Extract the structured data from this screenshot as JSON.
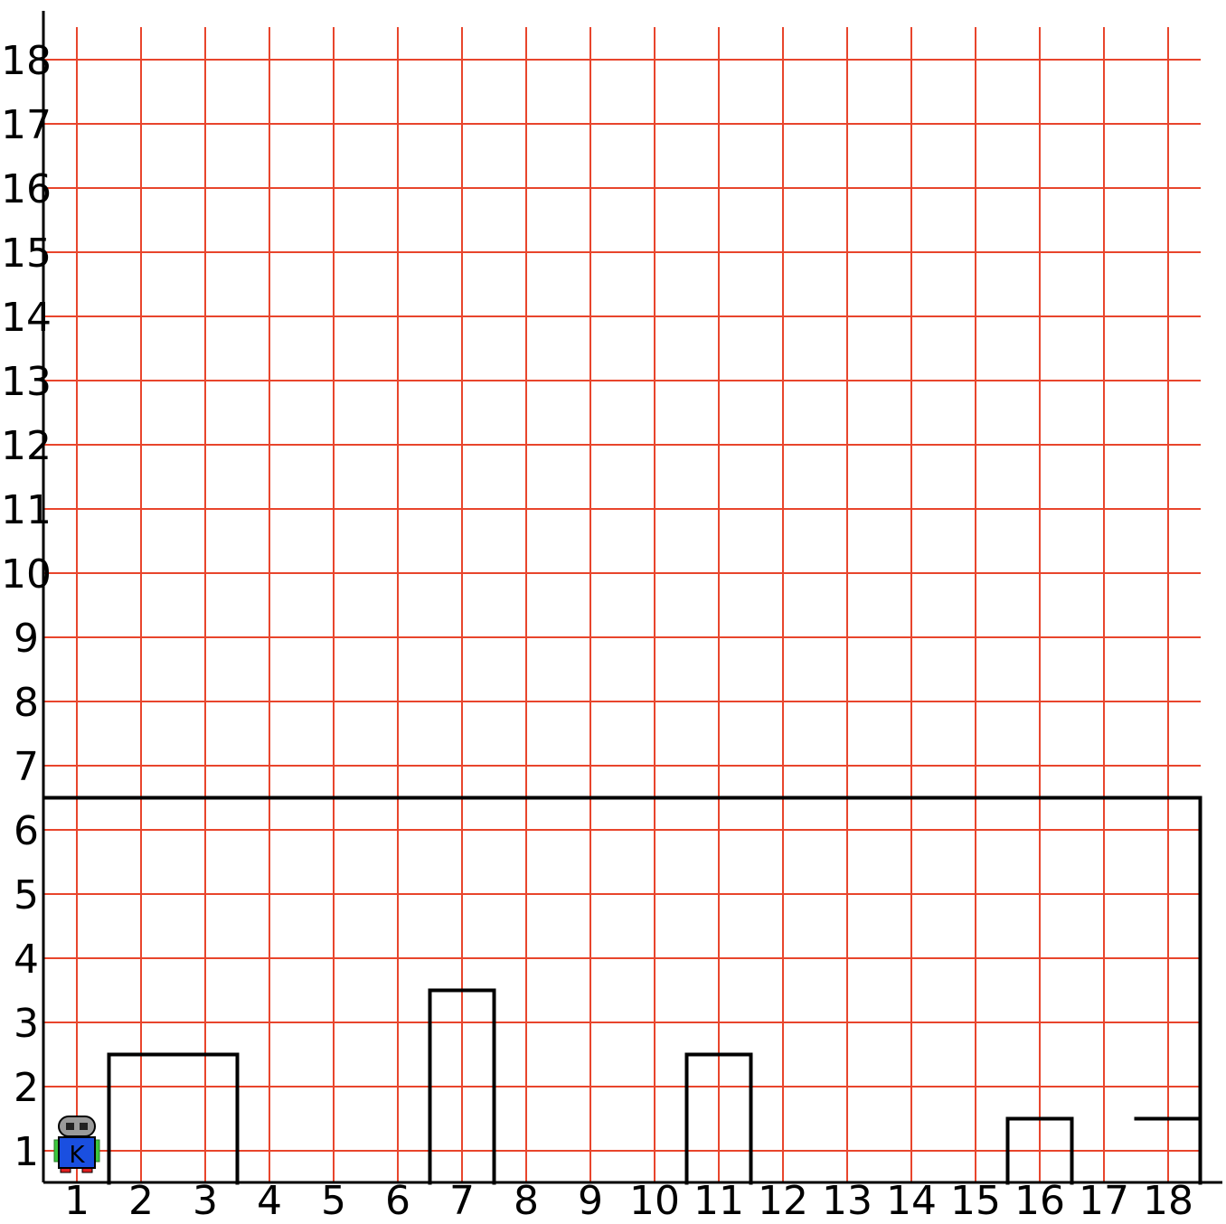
{
  "world": {
    "streets": 18,
    "avenues": 18,
    "x_labels": [
      "1",
      "2",
      "3",
      "4",
      "5",
      "6",
      "7",
      "8",
      "9",
      "10",
      "11",
      "12",
      "13",
      "14",
      "15",
      "16",
      "17",
      "18"
    ],
    "y_labels": [
      "1",
      "2",
      "3",
      "4",
      "5",
      "6",
      "7",
      "8",
      "9",
      "10",
      "11",
      "12",
      "13",
      "14",
      "15",
      "16",
      "17",
      "18"
    ],
    "grid_color": "#e8452c",
    "wall_color": "#000000",
    "walls": [
      {
        "from": [
          0.5,
          6.5
        ],
        "to": [
          18.5,
          6.5
        ]
      },
      {
        "from": [
          18.5,
          6.5
        ],
        "to": [
          18.5,
          0.5
        ]
      },
      {
        "from": [
          1.5,
          0.5
        ],
        "to": [
          1.5,
          2.5
        ]
      },
      {
        "from": [
          1.5,
          2.5
        ],
        "to": [
          3.5,
          2.5
        ]
      },
      {
        "from": [
          3.5,
          2.5
        ],
        "to": [
          3.5,
          0.5
        ]
      },
      {
        "from": [
          6.5,
          0.5
        ],
        "to": [
          6.5,
          3.5
        ]
      },
      {
        "from": [
          6.5,
          3.5
        ],
        "to": [
          7.5,
          3.5
        ]
      },
      {
        "from": [
          7.5,
          3.5
        ],
        "to": [
          7.5,
          0.5
        ]
      },
      {
        "from": [
          10.5,
          0.5
        ],
        "to": [
          10.5,
          2.5
        ]
      },
      {
        "from": [
          10.5,
          2.5
        ],
        "to": [
          11.5,
          2.5
        ]
      },
      {
        "from": [
          11.5,
          2.5
        ],
        "to": [
          11.5,
          0.5
        ]
      },
      {
        "from": [
          15.5,
          0.5
        ],
        "to": [
          15.5,
          1.5
        ]
      },
      {
        "from": [
          15.5,
          1.5
        ],
        "to": [
          16.5,
          1.5
        ]
      },
      {
        "from": [
          16.5,
          1.5
        ],
        "to": [
          16.5,
          0.5
        ]
      },
      {
        "from": [
          17.5,
          1.5
        ],
        "to": [
          18.5,
          1.5
        ]
      }
    ]
  },
  "robot": {
    "x": 1,
    "y": 1,
    "label": "K",
    "body_color": "#1a4fe0",
    "head_color": "#9a9a9a",
    "arm_color": "#3cc83c",
    "feet_color": "#e02020",
    "icon": "robot-icon"
  }
}
